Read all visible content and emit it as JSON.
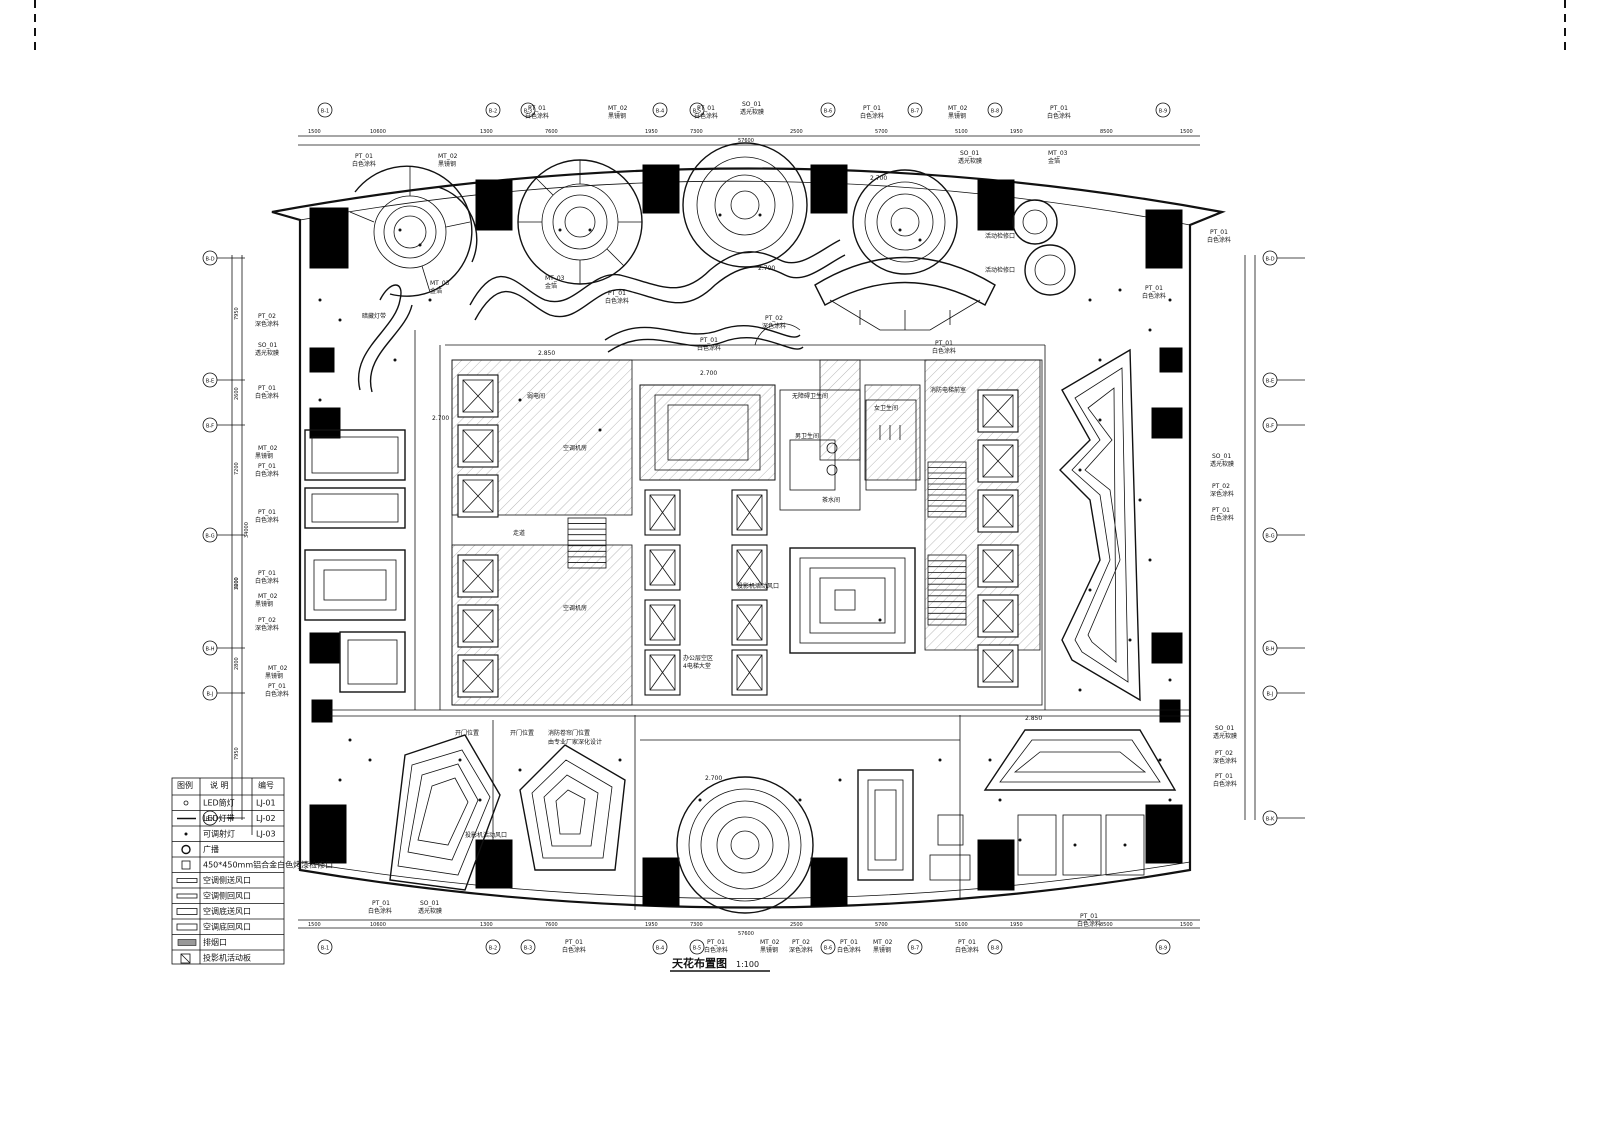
{
  "drawing": {
    "title": "天花布置图",
    "scale": "1:100"
  },
  "grid": {
    "top_labels": [
      "B-1",
      "B-2",
      "B-3",
      "B-4",
      "B-5",
      "B-6",
      "B-7",
      "B-8",
      "B-9"
    ],
    "top_dims": [
      "1500",
      "10600",
      "1300",
      "7600",
      "1950",
      "7300",
      "2500",
      "5700",
      "5100",
      "1950",
      "8500",
      "1500"
    ],
    "total_dim": "57600",
    "left_labels": [
      "B-D",
      "B-E",
      "B-F",
      "B-G",
      "B-H",
      "B-J",
      "B-K"
    ],
    "left_dims": [
      "7950",
      "2600",
      "7200",
      "3600",
      "7200",
      "2800",
      "7950"
    ],
    "left_total": "34000"
  },
  "legend": {
    "headers": [
      "图例",
      "说  明",
      "编号"
    ],
    "rows": [
      {
        "symbol": "circle-small",
        "desc": "LED筒灯",
        "code": "LJ-01"
      },
      {
        "symbol": "line-strip",
        "desc": "LED灯带",
        "code": "LJ-02"
      },
      {
        "symbol": "dot-light",
        "desc": "可调射灯",
        "code": "LJ-03"
      },
      {
        "symbol": "circle-large",
        "desc": "广播",
        "code": ""
      },
      {
        "symbol": "square",
        "desc": "450*450mm铝合金白色烤漆检修口",
        "code": ""
      },
      {
        "symbol": "sa-supply",
        "desc": "空调侧送风口",
        "code": ""
      },
      {
        "symbol": "sa-return",
        "desc": "空调侧回风口",
        "code": ""
      },
      {
        "symbol": "bottom-supply",
        "desc": "空调底送风口",
        "code": ""
      },
      {
        "symbol": "bottom-return",
        "desc": "空调底回风口",
        "code": ""
      },
      {
        "symbol": "smoke",
        "desc": "排烟口",
        "code": ""
      },
      {
        "symbol": "projector",
        "desc": "投影机活动板",
        "code": ""
      }
    ]
  },
  "annotations": {
    "pt01": "PT_01",
    "pt01_desc": "白色涂料",
    "pt02": "PT_02",
    "pt02_desc": "深色涂料",
    "mt02": "MT_02",
    "mt02_desc": "黑镜钢",
    "mt03": "MT_03",
    "mt03_desc": "金箔",
    "so01": "SO_01",
    "so01_desc": "透光软膜",
    "hidden_light": "暗藏灯带",
    "hatch_access": "活动检修口",
    "ac_room1": "空调机房",
    "ac_room2": "空调机房",
    "office": "办公层空区",
    "office2": "4电梯大堂",
    "projector_port": "投影机活动风口",
    "projector_port2": "投影机活动风口",
    "restroom1": "无障碍卫生间",
    "restroom2": "男卫生间",
    "restroom3": "女卫生间",
    "water_room": "茶水间",
    "fire_room": "弱电间",
    "elevator_shaft": "消防电梯前室",
    "door_pos": "开门位置",
    "door_pos2": "开门位置",
    "fire_door_note": "消防卷帘门位置",
    "fire_door_note2": "由专业厂家深化设计",
    "corridor": "走道",
    "height_2700": "2.700",
    "height_2850": "2.850"
  }
}
